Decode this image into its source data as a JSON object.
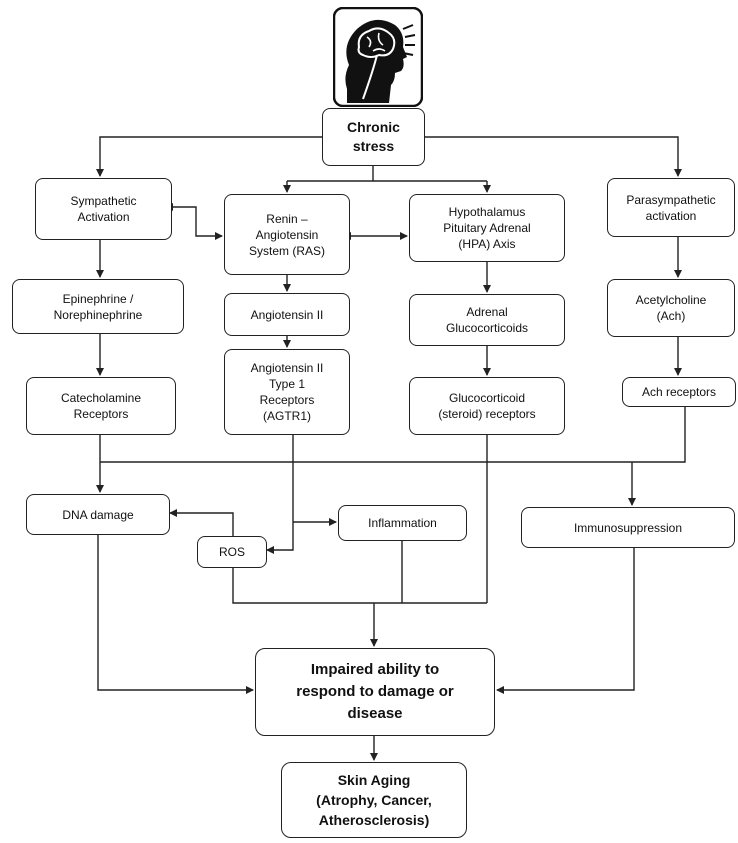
{
  "nodes": {
    "chronic_stress": "Chronic\nstress",
    "sympathetic": "Sympathetic\nActivation",
    "ras": "Renin –\nAngiotensin\nSystem (RAS)",
    "hpa": "Hypothalamus\nPituitary Adrenal\n(HPA) Axis",
    "parasympathetic": "Parasympathetic\nactivation",
    "epinephrine": "Epinephrine /\nNorephinephrine",
    "angiotensin_ii": "Angiotensin II",
    "adrenal_glucocorticoids": "Adrenal\nGlucocorticoids",
    "acetylcholine": "Acetylcholine\n(Ach)",
    "catecholamine_receptors": "Catecholamine\nReceptors",
    "agtr1": "Angiotensin II\nType 1\nReceptors\n(AGTR1)",
    "glucocorticoid_receptors": "Glucocorticoid\n(steroid) receptors",
    "ach_receptors": "Ach receptors",
    "dna_damage": "DNA damage",
    "inflammation": "Inflammation",
    "ros": "ROS",
    "immunosuppression": "Immunosuppression",
    "impaired": "Impaired ability to\nrespond to damage or\ndisease",
    "skin_aging": "Skin Aging\n(Atrophy, Cancer,\nAtherosclerosis)"
  },
  "icon": "stressed-head-brain-icon",
  "colors": {
    "line": "#222222",
    "box_border": "#222222",
    "icon_fill": "#111111"
  }
}
